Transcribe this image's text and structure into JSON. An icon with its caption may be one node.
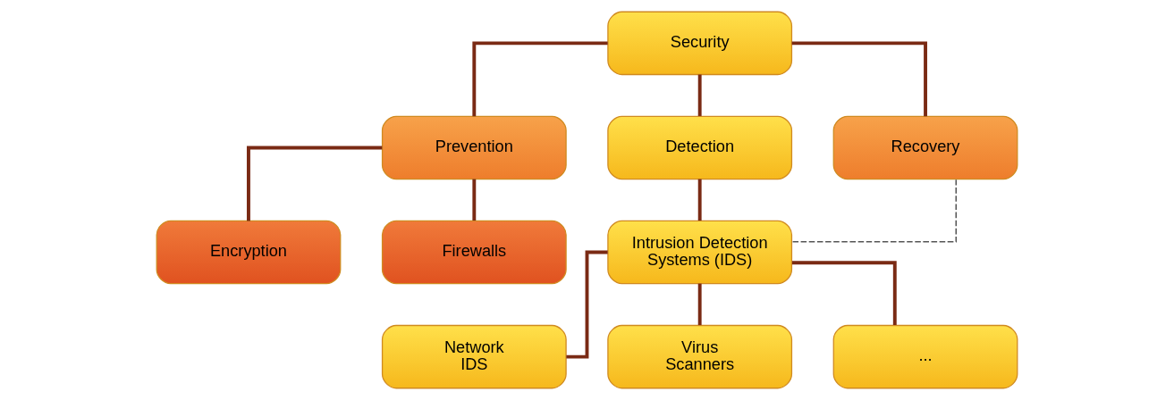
{
  "diagram": {
    "nodes": [
      {
        "text": [
          "Security"
        ]
      },
      {
        "text": [
          "Prevention"
        ]
      },
      {
        "text": [
          "Detection"
        ]
      },
      {
        "text": [
          "Recovery"
        ]
      },
      {
        "text": [
          "Encryption"
        ]
      },
      {
        "text": [
          "Firewalls"
        ]
      },
      {
        "text": [
          "Intrusion Detection Systems (IDS)"
        ]
      },
      {
        "text": [
          "Network IDS"
        ]
      },
      {
        "text": [
          "Virus Scanners"
        ]
      },
      {
        "text": [
          "..."
        ]
      }
    ],
    "edges": [
      {
        "from": 0,
        "to": 1,
        "arrow": "none"
      },
      {
        "from": 0,
        "to": 2,
        "arrow": "none"
      },
      {
        "from": 0,
        "to": 3,
        "arrow": "none"
      },
      {
        "from": 1,
        "to": 4,
        "arrow": "none"
      },
      {
        "from": 1,
        "to": 5,
        "arrow": "none"
      },
      {
        "from": 2,
        "to": 6,
        "arrow": "none"
      },
      {
        "from": 3,
        "to": 6,
        "arrow": "none",
        "style": "dashed",
        "color": "#555555"
      },
      {
        "from": 6,
        "to": 7,
        "arrow": "none"
      },
      {
        "from": 6,
        "to": 8,
        "arrow": "none"
      },
      {
        "from": 6,
        "to": 9,
        "arrow": "none"
      }
    ]
  }
}
